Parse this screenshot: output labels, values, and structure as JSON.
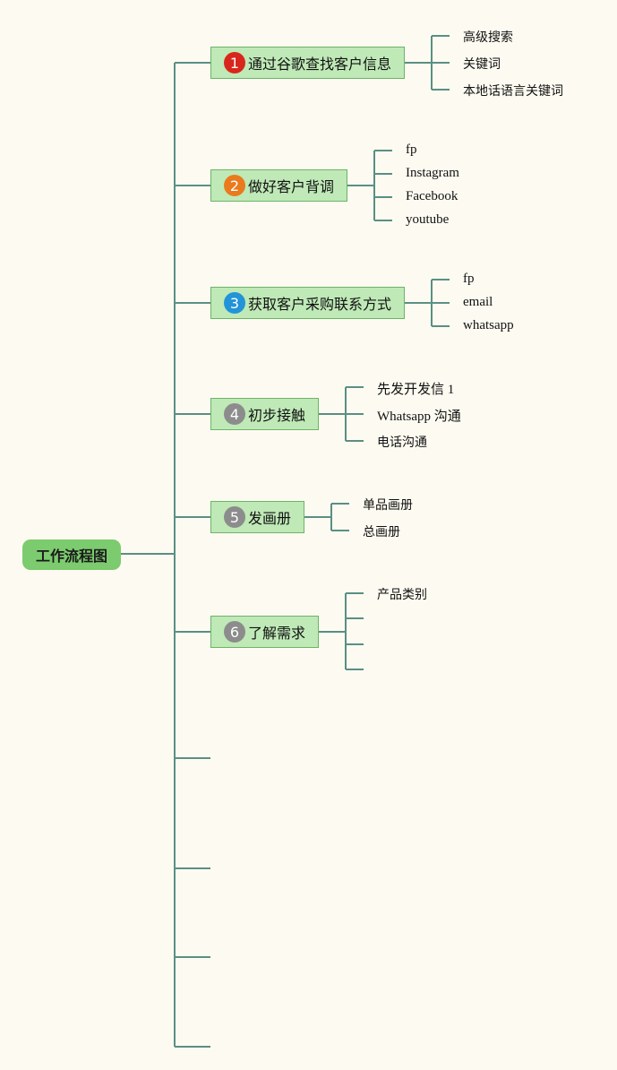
{
  "root": {
    "label": "工作流程图"
  },
  "colors": {
    "line": "#5a8f84",
    "branch_fill": "#bfe9b7",
    "root_fill": "#7ccb6e"
  },
  "branches": [
    {
      "number": "1",
      "label": "通过谷歌查找客户信息",
      "badge_color": "#d9261c",
      "leaves": [
        "高级搜索",
        "关键词",
        "本地话语言关键词"
      ]
    },
    {
      "number": "2",
      "label": "做好客户背调",
      "badge_color": "#ea7a1e",
      "leaves": [
        "fp",
        "Instagram",
        "Facebook",
        "youtube"
      ]
    },
    {
      "number": "3",
      "label": "获取客户采购联系方式",
      "badge_color": "#2294d8",
      "leaves": [
        "fp",
        "email",
        "whatsapp"
      ]
    },
    {
      "number": "4",
      "label": "初步接触",
      "badge_color": "#8c8c8c",
      "leaves": [
        "先发开发信 1",
        "Whatsapp 沟通",
        "电话沟通"
      ]
    },
    {
      "number": "5",
      "label": "发画册",
      "badge_color": "#8c8c8c",
      "leaves": [
        "单品画册",
        "总画册"
      ]
    },
    {
      "number": "6",
      "label": "了解需求",
      "badge_color": "#8c8c8c",
      "leaves": [
        "产品类别",
        "",
        "",
        ""
      ]
    }
  ]
}
